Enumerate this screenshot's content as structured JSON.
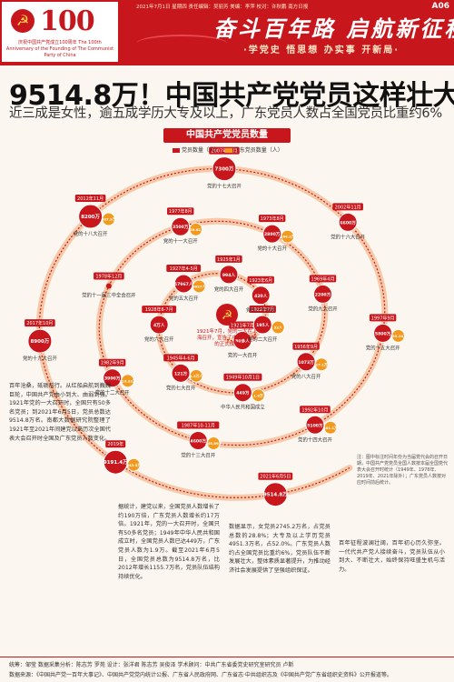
{
  "masthead": {
    "top_line": "2021年7月1日 星期四 责任编辑：吴丽芳 美编：李萍 校对：许秋鹏 南方日报",
    "page_label": "A06",
    "emblem_number": "100",
    "emblem_caption": "庆祝中国共产党成立100周年 The 100th Anniversary of the Founding of The Communist Party of China",
    "slogan": "奋斗百年路 启航新征程",
    "tagline": "·学党史 悟思想 办实事 开新局·",
    "brand_color": "#c8161d"
  },
  "headline": "9514.8万！中国共产党党员这样壮大",
  "subhead": "近三成是女性，逾五成学历大专及以上，广东党员人数占全国党员比重约6%",
  "chart_data": {
    "type": "spiral-timeline",
    "title": "中国共产党党员数量",
    "legend": [
      {
        "name": "党员数量（人）",
        "color": "#c8161d"
      },
      {
        "name": "广东党员数量（人）",
        "color": "#f39a1e"
      }
    ],
    "milestones": [
      {
        "date": "1921年7月",
        "event": "党的一大召开",
        "national": "50多人",
        "guangdong": ""
      },
      {
        "date": "1922年7月",
        "event": "党的二大召开",
        "national": "195人",
        "guangdong": "32人"
      },
      {
        "date": "1923年6月",
        "event": "党的三大召开",
        "national": "420人",
        "guangdong": ""
      },
      {
        "date": "1925年1月",
        "event": "党的四大召开",
        "national": "994人",
        "guangdong": ""
      },
      {
        "date": "1927年4-5月",
        "event": "党的五大召开",
        "national": "57967人",
        "guangdong": "9027人"
      },
      {
        "date": "1928年6-7月",
        "event": "党的六大召开",
        "national": "4万人",
        "guangdong": ""
      },
      {
        "date": "1945年4-6月",
        "event": "党的七大召开",
        "national": "121万",
        "guangdong": "1.2万人"
      },
      {
        "date": "1949年10月1日",
        "event": "中华人民共和国成立",
        "national": "449万",
        "guangdong": "1.9万"
      },
      {
        "date": "1956年9月",
        "event": "党的八大召开",
        "national": "1073万",
        "guangdong": "17.1万"
      },
      {
        "date": "1969年4月",
        "event": "党的九大召开",
        "national": "2200万",
        "guangdong": ""
      },
      {
        "date": "1973年8月",
        "event": "党的十大召开",
        "national": "2800万",
        "guangdong": "144.2万"
      },
      {
        "date": "1977年8月",
        "event": "党的十一大召开",
        "national": "3500万",
        "guangdong": "159.62万"
      },
      {
        "date": "1978年12月",
        "event": "党的十一届三中全会召开",
        "national": "",
        "guangdong": ""
      },
      {
        "date": "1982年9月",
        "event": "党的十二大召开",
        "national": "3900万",
        "guangdong": "210.33万"
      },
      {
        "date": "1987年10-11月",
        "event": "党的十三大召开",
        "national": "4600万",
        "guangdong": "245.89万"
      },
      {
        "date": "1992年10月",
        "event": "党的十四大召开",
        "national": "5100万",
        "guangdong": "281.1万"
      },
      {
        "date": "1997年9月",
        "event": "党的十五大召开",
        "national": "5800万",
        "guangdong": "293.24万"
      },
      {
        "date": "2002年11月",
        "event": "党的十六大召开",
        "national": "6600万",
        "guangdong": ""
      },
      {
        "date": "2007年10月",
        "event": "党的十七大召开",
        "national": "7300万",
        "guangdong": ""
      },
      {
        "date": "2012年11月",
        "event": "党的十八大召开",
        "national": "8200万",
        "guangdong": "487.3万"
      },
      {
        "date": "2017年10月",
        "event": "党的十九大召开",
        "national": "8900万",
        "guangdong": ""
      },
      {
        "date": "2019年",
        "event": "",
        "national": "9191.4万",
        "guangdong": "543.5万"
      },
      {
        "date": "2021年6月5日",
        "event": "",
        "national": "9514.8万",
        "guangdong": ""
      }
    ],
    "center_note": "1921年7月，党的一大在上海召开，宣告了中国共产党的正式成立"
  },
  "side_note": "注：图中标注时间年份为当届党代会的召开日期，中国共产党党员全国人数按本届全国党代表大会召开时统计（1949年、1978年、2019年、2021年除外）；广东党员人数按对应时间前后统计。",
  "body": {
    "col1": "百年沧桑，砥砺前行。从红船启航到巍巍巨轮，中国共产党由小到大、由弱到强。1921年党的一大召开时，全国只有50多名党员；到2021年6月5日，党员总数达9514.8万名。南都大数据研究院整理了1921年至2021年间建党以来历次全国代表大会召开时全国及广东党员人数变化。",
    "col2": "据统计，建党以来，全国党员人数增长了约190万倍，广东党员人数增长约17万倍。1921年，党的一大召开时，全国只有50多名党员；1949年中华人民共和国成立时，全国党员人数已达449万，广东党员人数为1.9万。截至2021年6月5日，全国党员总数为9514.8万名，比2012年增长1155.7万名，党员队伍结构持续优化。",
    "col3": "数据显示，女党员2745.2万名，占党员总数的28.8%；大专及以上学历党员4951.3万名，占52.0%。广东党员人数约占全国党员比重约6%，党员队伍不断发展壮大，整体素质显著提升，为推动经济社会发展提供了坚强组织保证。",
    "col4": "百年征程波澜壮阔，百年初心历久弥坚。一代代共产党人接续奋斗，党员队伍从小到大、不断壮大，始终保持旺盛生机与活力。"
  },
  "footer": {
    "line1": "统筹：邹莹 数据采集分析：陈志芳 罗苑 设计：张洋君 陈志芳 吴俊泽 学术顾问：中共广东省委党史研究室研究员 卢斯",
    "line2": "数据来源：《中国共产党一百年大事记》、中国共产党党内统计公报、广东省人民政府网、广东省志·中共组织志及《中国共产党广东省组织史资料》公开报道等。"
  }
}
